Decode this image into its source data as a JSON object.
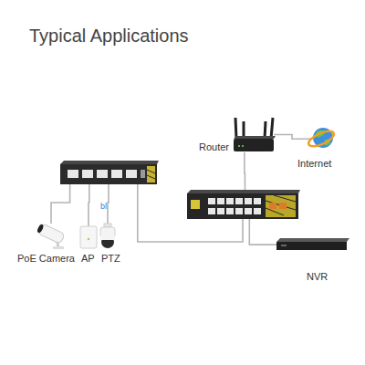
{
  "diagram": {
    "title": "Typical Applications",
    "nodes": [
      {
        "text": [
          "Router"
        ]
      },
      {
        "text": [
          "Internet"
        ]
      },
      {
        "text": []
      },
      {
        "text": []
      },
      {
        "text": [
          "PoE Camera"
        ]
      },
      {
        "text": [
          "AP"
        ]
      },
      {
        "text": [
          "PTZ"
        ]
      },
      {
        "text": [
          "NVR"
        ]
      }
    ],
    "edges": [
      {
        "from": 0,
        "to": 1,
        "arrow": "none"
      },
      {
        "from": 2,
        "to": 3,
        "arrow": "none"
      },
      {
        "from": 3,
        "to": 0,
        "arrow": "none"
      },
      {
        "from": 4,
        "to": 2,
        "arrow": "none"
      },
      {
        "from": 5,
        "to": 2,
        "arrow": "none"
      },
      {
        "from": 6,
        "to": 2,
        "arrow": "none"
      },
      {
        "from": 3,
        "to": 7,
        "arrow": "none"
      }
    ],
    "labels": [
      "bl"
    ]
  }
}
